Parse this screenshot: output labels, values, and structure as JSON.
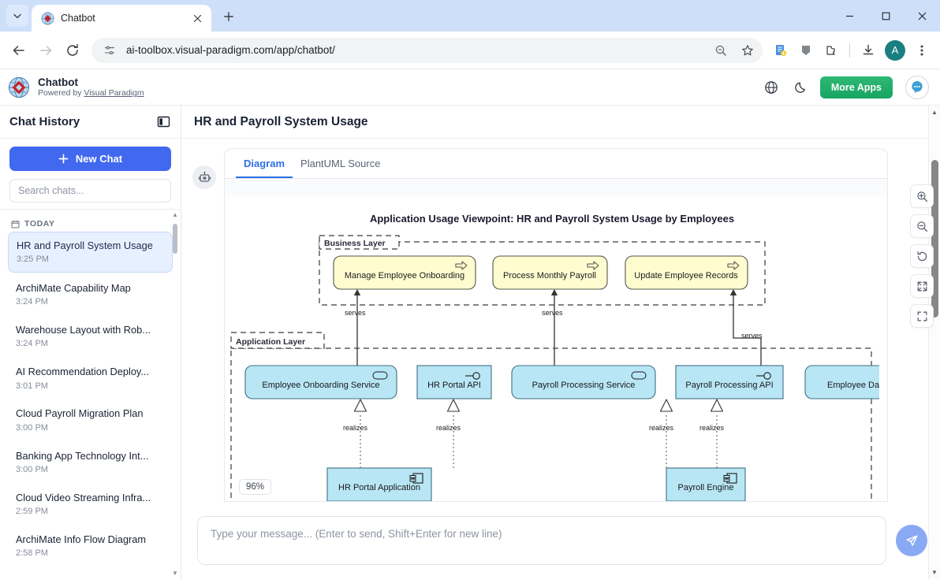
{
  "browser": {
    "tab": {
      "title": "Chatbot",
      "favicon_icon": "visual-paradigm-globe-icon",
      "close_icon": "close-icon"
    },
    "new_tab_label": "+",
    "tab_search_icon": "chevron-down-icon",
    "window_controls": {
      "minimize": "—",
      "maximize": "□",
      "close": "✕"
    },
    "nav": {
      "back_icon": "arrow-left-icon",
      "forward_icon": "arrow-right-icon",
      "reload_icon": "reload-icon"
    },
    "omnibox": {
      "url": "ai-toolbox.visual-paradigm.com/app/chatbot/",
      "site_info_icon": "tune-site-settings-icon",
      "zoom_icon": "zoom-out-page-icon",
      "bookmark_icon": "star-icon"
    },
    "extensions": [
      {
        "name": "save-page-icon"
      },
      {
        "name": "bookmark-manager-icon"
      },
      {
        "name": "extensions-puzzle-icon"
      },
      {
        "name": "downloads-icon"
      }
    ],
    "profile_initial": "A",
    "menu_icon": "three-dot-menu-icon"
  },
  "app_header": {
    "logo_icon": "visual-paradigm-logo-icon",
    "name": "Chatbot",
    "powered_prefix": "Powered by ",
    "powered_link": "Visual Paradigm",
    "language_icon": "globe-icon",
    "theme_icon": "moon-dark-mode-icon",
    "more_apps_label": "More Apps",
    "avatar_icon": "chat-bubble-avatar-icon"
  },
  "sidebar": {
    "title": "Chat History",
    "collapse_icon": "panel-toggle-icon",
    "new_chat_label": "New Chat",
    "new_chat_icon": "plus-icon",
    "search_placeholder": "Search chats...",
    "group_label": "TODAY",
    "group_icon": "calendar-icon",
    "chats": [
      {
        "title": "HR and Payroll System Usage",
        "time": "3:25 PM",
        "active": true
      },
      {
        "title": "ArchiMate Capability Map",
        "time": "3:24 PM",
        "active": false
      },
      {
        "title": "Warehouse Layout with Rob...",
        "time": "3:24 PM",
        "active": false
      },
      {
        "title": "AI Recommendation Deploy...",
        "time": "3:01 PM",
        "active": false
      },
      {
        "title": "Cloud Payroll Migration Plan",
        "time": "3:00 PM",
        "active": false
      },
      {
        "title": "Banking App Technology Int...",
        "time": "3:00 PM",
        "active": false
      },
      {
        "title": "Cloud Video Streaming Infra...",
        "time": "2:59 PM",
        "active": false
      },
      {
        "title": "ArchiMate Info Flow Diagram",
        "time": "2:58 PM",
        "active": false
      }
    ]
  },
  "content": {
    "title": "HR and Payroll System Usage",
    "bot_icon": "robot-avatar-icon",
    "tabs": [
      {
        "label": "Diagram",
        "active": true
      },
      {
        "label": "PlantUML Source",
        "active": false
      }
    ],
    "zoom_level": "96%",
    "tools": [
      {
        "name": "zoom-in-icon"
      },
      {
        "name": "zoom-out-icon"
      },
      {
        "name": "reset-rotate-icon"
      },
      {
        "name": "expand-arrows-icon"
      },
      {
        "name": "fit-frame-icon"
      }
    ]
  },
  "diagram": {
    "title": "Application Usage Viewpoint: HR and Payroll System Usage by Employees",
    "layers": [
      {
        "label": "Business Layer"
      },
      {
        "label": "Application Layer"
      }
    ],
    "business_nodes": [
      {
        "label": "Manage Employee Onboarding",
        "icon": "business-process-arrow-icon"
      },
      {
        "label": "Process Monthly Payroll",
        "icon": "business-process-arrow-icon"
      },
      {
        "label": "Update Employee Records",
        "icon": "business-process-arrow-icon"
      }
    ],
    "application_services": [
      {
        "label": "Employee Onboarding Service",
        "icon": "application-service-icon"
      },
      {
        "label": "HR Portal API",
        "icon": "application-interface-icon"
      },
      {
        "label": "Payroll Processing Service",
        "icon": "application-service-icon"
      },
      {
        "label": "Payroll Processing API",
        "icon": "application-interface-icon"
      },
      {
        "label": "Employee Data Manag",
        "icon": "application-service-icon"
      }
    ],
    "application_components": [
      {
        "label": "HR Portal Application",
        "icon": "application-component-icon"
      },
      {
        "label": "Payroll Engine",
        "icon": "application-component-icon"
      }
    ],
    "edge_labels": {
      "serves": "serves",
      "realizes": "realizes"
    },
    "colors": {
      "business_fill": "#fffdd0",
      "business_stroke": "#9a9a6a",
      "application_fill": "#b8e6f5",
      "application_stroke": "#4a7b91",
      "layer_border": "#3a3a3a"
    }
  },
  "composer": {
    "placeholder": "Type your message... (Enter to send, Shift+Enter for new line)",
    "send_icon": "send-paper-plane-icon"
  }
}
